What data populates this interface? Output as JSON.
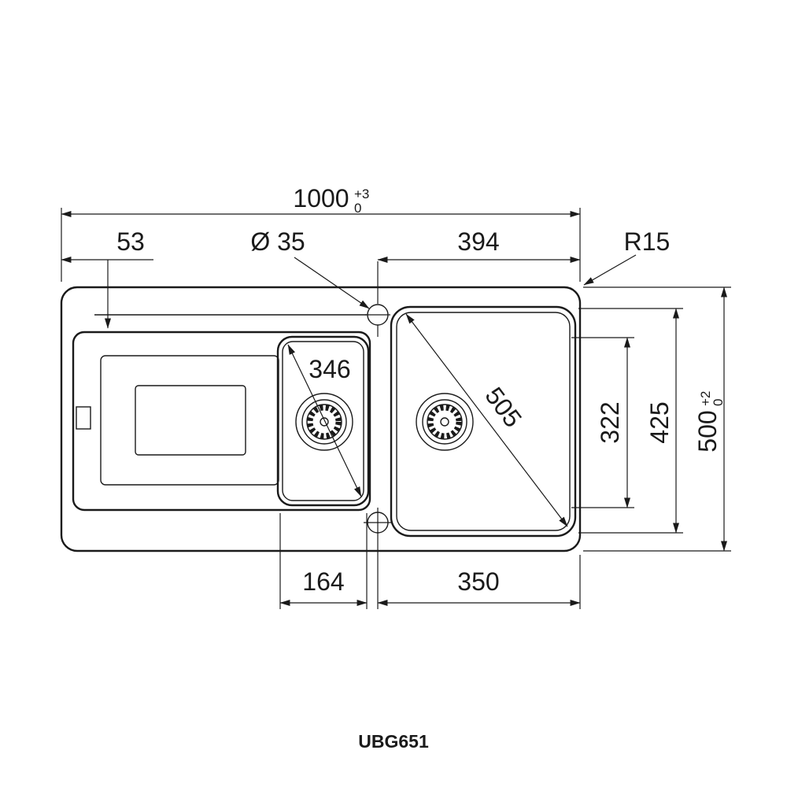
{
  "drawing": {
    "model": "UBG651",
    "dims": {
      "overall_width": "1000",
      "overall_width_tol_plus": "+3",
      "overall_width_tol_minus": "0",
      "edge_offset": "53",
      "hole_diameter": "Ø 35",
      "main_bowl_top_width": "394",
      "corner_radius": "R15",
      "small_bowl_diagonal": "346",
      "main_bowl_diagonal": "505",
      "inner_depth": "322",
      "bowl_depth": "425",
      "overall_depth": "500",
      "overall_depth_tol_plus": "+2",
      "overall_depth_tol_minus": "0",
      "small_bowl_width": "164",
      "main_bowl_width": "350"
    }
  }
}
